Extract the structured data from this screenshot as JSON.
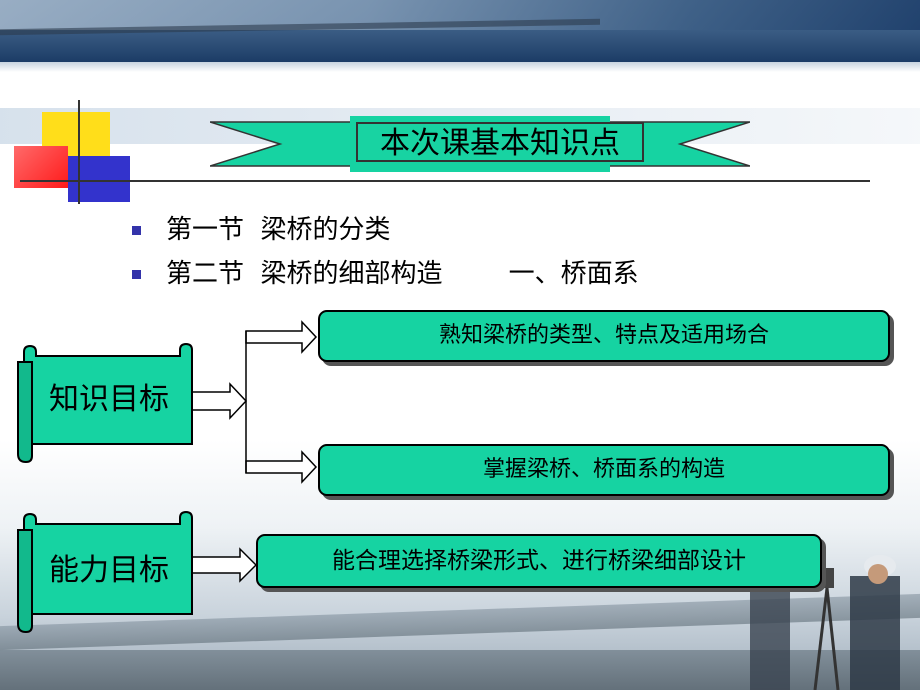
{
  "slide": {
    "title": "本次课基本知识点",
    "bullets": [
      {
        "label": "第一节  梁桥的分类"
      },
      {
        "label": "第二节  梁桥的细部构造        一、桥面系"
      }
    ],
    "knowledge_goal": {
      "label": "知识目标",
      "items": [
        "熟知梁桥的类型、特点及适用场合",
        "掌握梁桥、桥面系的构造"
      ]
    },
    "ability_goal": {
      "label": "能力目标",
      "items": [
        "能合理选择桥梁形式、进行桥梁细部设计"
      ]
    }
  },
  "colors": {
    "box_fill": "#16d3a2",
    "banner": "#1c3c66",
    "bullet_marker": "#3333aa"
  }
}
